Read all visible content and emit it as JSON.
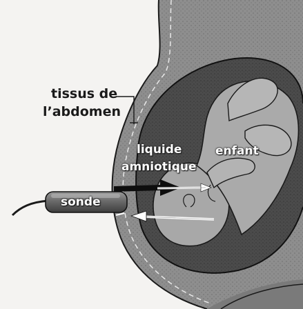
{
  "labels": {
    "tissue_line1": "tissus de",
    "tissue_line2": "l’abdomen",
    "fluid_line1": "liquide",
    "fluid_line2": "amniotique",
    "child": "enfant",
    "probe": "sonde"
  },
  "colors": {
    "background": "#f4f3f1",
    "outer_tissue": "#8c8c8c",
    "amniotic_fluid": "#4a4a4a",
    "child": "#a9a9a9",
    "outline": "#1a1a1a",
    "probe_body": "#6f6f6f",
    "probe_text": "#ffffff"
  }
}
